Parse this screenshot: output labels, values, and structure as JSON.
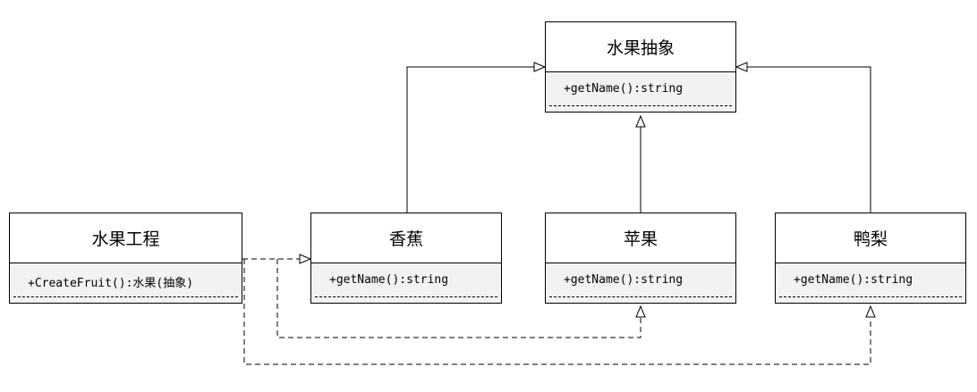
{
  "diagram": {
    "classes": {
      "fruit_abstract": {
        "name": "水果抽象",
        "method": "+getName():string"
      },
      "fruit_factory": {
        "name": "水果工程",
        "method": "+CreateFruit():水果(抽象)"
      },
      "banana": {
        "name": "香蕉",
        "method": "+getName():string"
      },
      "apple": {
        "name": "苹果",
        "method": "+getName():string"
      },
      "pear": {
        "name": "鸭梨",
        "method": "+getName():string"
      }
    },
    "relations": [
      {
        "from": "banana",
        "to": "fruit_abstract",
        "type": "inheritance"
      },
      {
        "from": "apple",
        "to": "fruit_abstract",
        "type": "inheritance"
      },
      {
        "from": "pear",
        "to": "fruit_abstract",
        "type": "inheritance"
      },
      {
        "from": "fruit_factory",
        "to": "banana",
        "type": "dependency"
      },
      {
        "from": "fruit_factory",
        "to": "apple",
        "type": "dependency"
      },
      {
        "from": "fruit_factory",
        "to": "pear",
        "type": "dependency"
      }
    ]
  }
}
